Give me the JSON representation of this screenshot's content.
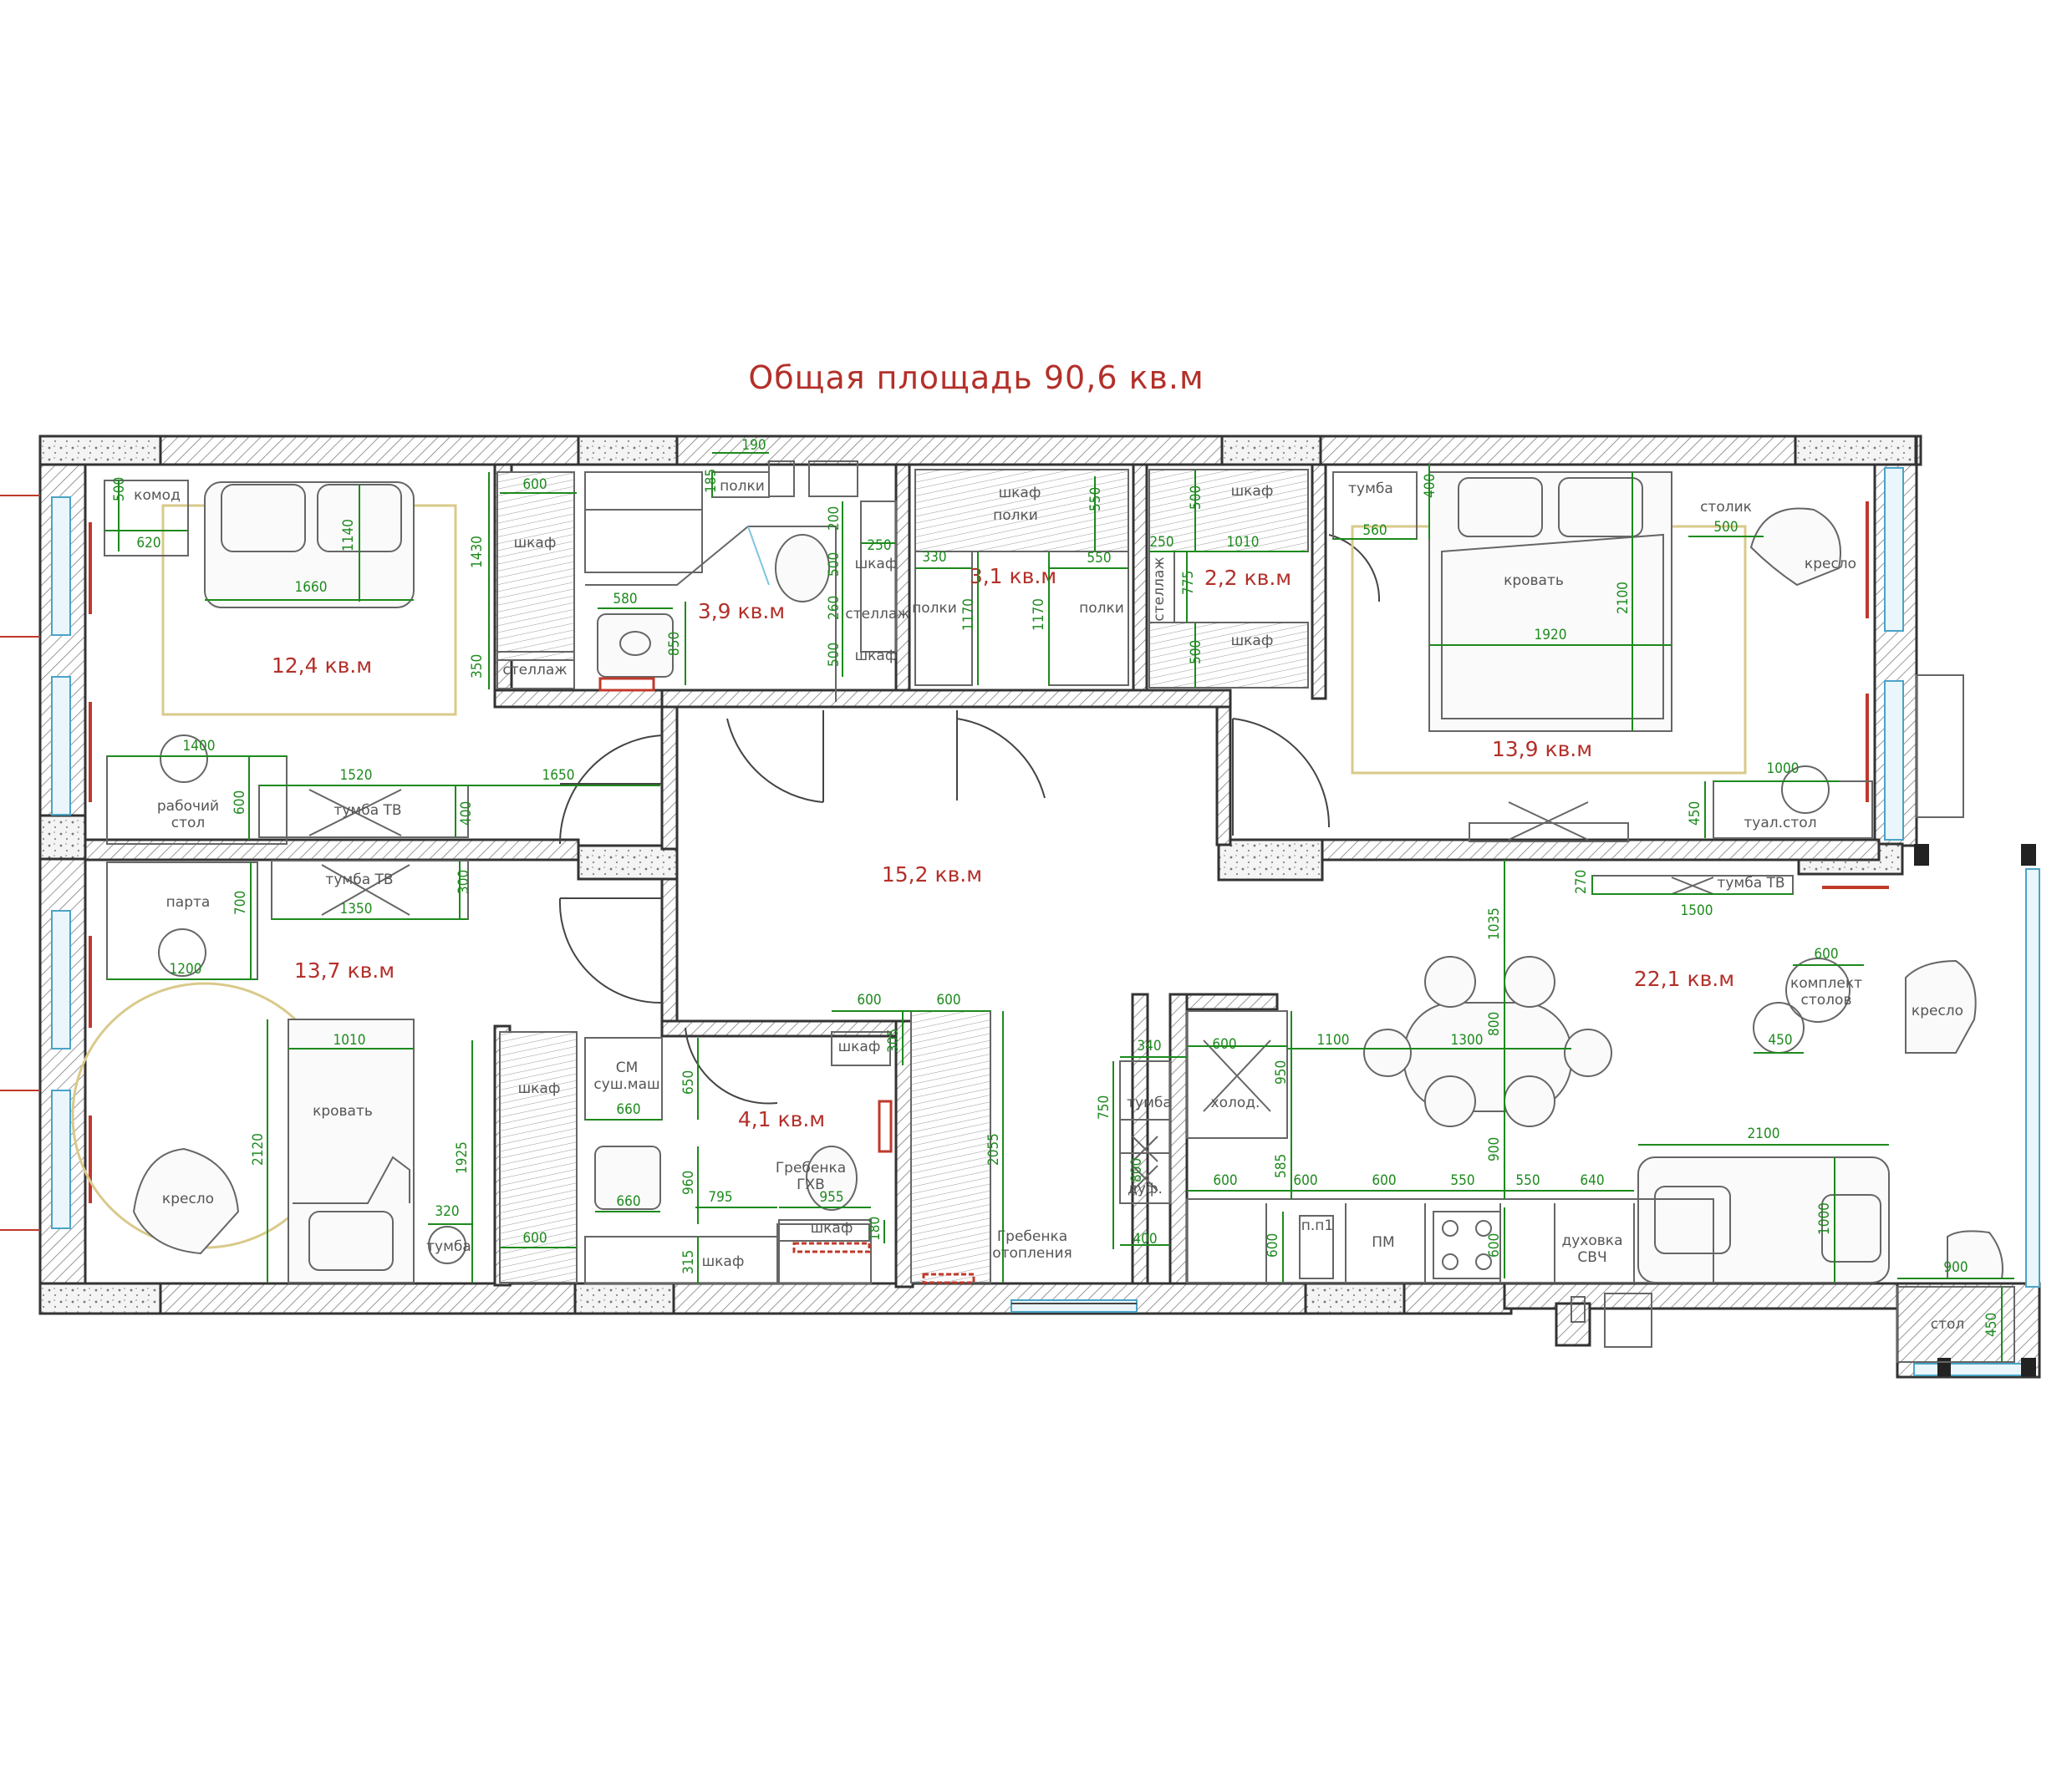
{
  "title": "Общая площадь 90,6 кв.м",
  "rooms": [
    {
      "id": "living-left",
      "area": "12,4 кв.м"
    },
    {
      "id": "wc",
      "area": "3,9 кв.м"
    },
    {
      "id": "wardrobe1",
      "area": "3,1 кв.м"
    },
    {
      "id": "wardrobe2",
      "area": "2,2 кв.м"
    },
    {
      "id": "bedroom",
      "area": "13,9 кв.м"
    },
    {
      "id": "hall",
      "area": "15,2 кв.м"
    },
    {
      "id": "kids",
      "area": "13,7 кв.м"
    },
    {
      "id": "bath",
      "area": "4,1 кв.м"
    },
    {
      "id": "kitchen",
      "area": "22,1 кв.м"
    }
  ],
  "labels": {
    "komod": "комод",
    "shkaf": "шкаф",
    "stellazh": "стеллаж",
    "polki": "полки",
    "tumba": "тумба",
    "stolik": "столик",
    "kreslo": "кресло",
    "krovat": "кровать",
    "rabochiy": "рабочий",
    "stol": "стол",
    "tumba_tv": "тумба ТВ",
    "tual_stol": "туал.стол",
    "parta": "парта",
    "cm": "СМ",
    "sush_mash": "суш.маш",
    "grebenka_gvs": "Гребенка",
    "gvs": "ГХВ",
    "grebenka_ot": "Гребенка",
    "otopleniya": "отопления",
    "holod": "холод.",
    "pm": "ПМ",
    "pp1": "п.п1",
    "duhovka": "духовка",
    "svch": "СВЧ",
    "komplekt": "комплект",
    "stolov": "столов",
    "duf": "дуф."
  },
  "dims": {
    "d500a": "500",
    "d620": "620",
    "d1140": "1140",
    "d1660": "1660",
    "d600a": "600",
    "d1430": "1430",
    "d350": "350",
    "d190": "190",
    "d185": "185",
    "d580": "580",
    "d850": "850",
    "d200": "200",
    "d250a": "250",
    "d500b": "500",
    "d260": "260",
    "d500c": "500",
    "d330": "330",
    "d550a": "550",
    "d1170a": "1170",
    "d1170b": "1170",
    "d550b": "550",
    "d250b": "250",
    "d1010a": "1010",
    "d500d": "500",
    "d775": "775",
    "d500e": "500",
    "d400a": "400",
    "d560": "560",
    "d2100a": "2100",
    "d1920": "1920",
    "d500f": "500",
    "d1400": "1400",
    "d600b": "600",
    "d1520": "1520",
    "d400b": "400",
    "d1650": "1650",
    "d1000a": "1000",
    "d450a": "450",
    "d700": "700",
    "d1350": "1350",
    "d300": "300",
    "d1200": "1200",
    "d1010b": "1010",
    "d2120": "2120",
    "d320": "320",
    "d1925": "1925",
    "d600c": "600",
    "d650": "650",
    "d660a": "660",
    "d960": "960",
    "d660b": "660",
    "d315": "315",
    "d600d": "600",
    "d600e": "600",
    "d305": "305",
    "d795": "795",
    "d955": "955",
    "d180": "180",
    "d2055": "2055",
    "d1035": "1035",
    "d270": "270",
    "d1500": "1500",
    "d600f": "600",
    "d450b": "450",
    "d340": "340",
    "d750": "750",
    "d800a": "800",
    "d400c": "400",
    "d600g": "600",
    "d950": "950",
    "d585": "585",
    "d1100": "1100",
    "d1300": "1300",
    "d800b": "800",
    "d900a": "900",
    "d600h": "600",
    "d600i": "600",
    "d600j": "600",
    "d550c": "550",
    "d550d": "550",
    "d640": "640",
    "d600k": "600",
    "d600l": "600",
    "d2100b": "2100",
    "d1000b": "1000",
    "d900b": "900",
    "d450c": "450"
  },
  "colors": {
    "title": "#b3302a",
    "dims": "#1d8a1d",
    "window": "#4aa3c7",
    "radiator": "#c0392b",
    "rug": "#d9c98a"
  }
}
